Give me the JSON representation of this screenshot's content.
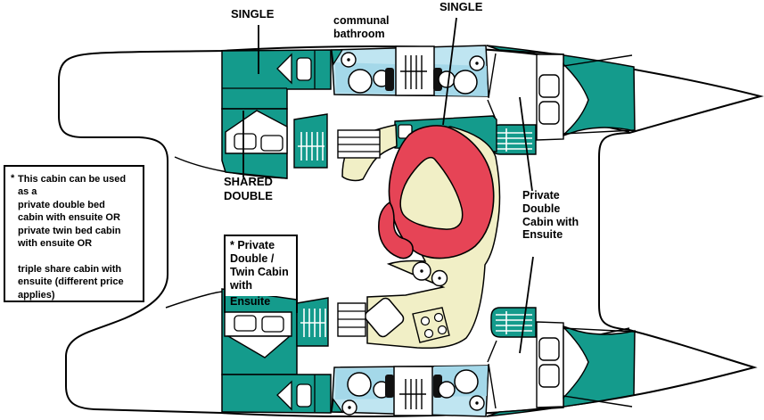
{
  "title": "Catamaran cabin layout floor plan",
  "labels": {
    "single_port": "SINGLE",
    "communal_bathroom": "communal\nbathroom",
    "single_starboard": "SINGLE",
    "shared_double": "SHARED\nDOUBLE",
    "private_double": "Private\nDouble\nCabin with\nEnsuite"
  },
  "info_box": {
    "marker": "*",
    "text": "This cabin can be used\nas a\nprivate double bed\ncabin with ensuite OR\nprivate twin bed cabin\nwith ensuite OR\n\ntriple share cabin with\nensuite (different price\napplies)"
  },
  "cabin_label_box": {
    "heading": "* Private\nDouble /\nTwin Cabin\nwith",
    "ensuite": "Ensuite"
  },
  "icons": {
    "ladder": "ladder-icon",
    "shower_drain": "shower-drain-icon",
    "toilet": "toilet-icon",
    "sink": "sink-icon",
    "stove": "stove-icon",
    "steps": "companionway-steps-icon"
  },
  "colors": {
    "cabin_teal": "#149B8C",
    "bathroom_blue": "#BFE5F1",
    "bathroom_blue_dark": "#A4D8E9",
    "salon_cream": "#F1EFC6",
    "settee_red": "#E64456",
    "outline": "#000000",
    "background": "#FFFFFF"
  }
}
